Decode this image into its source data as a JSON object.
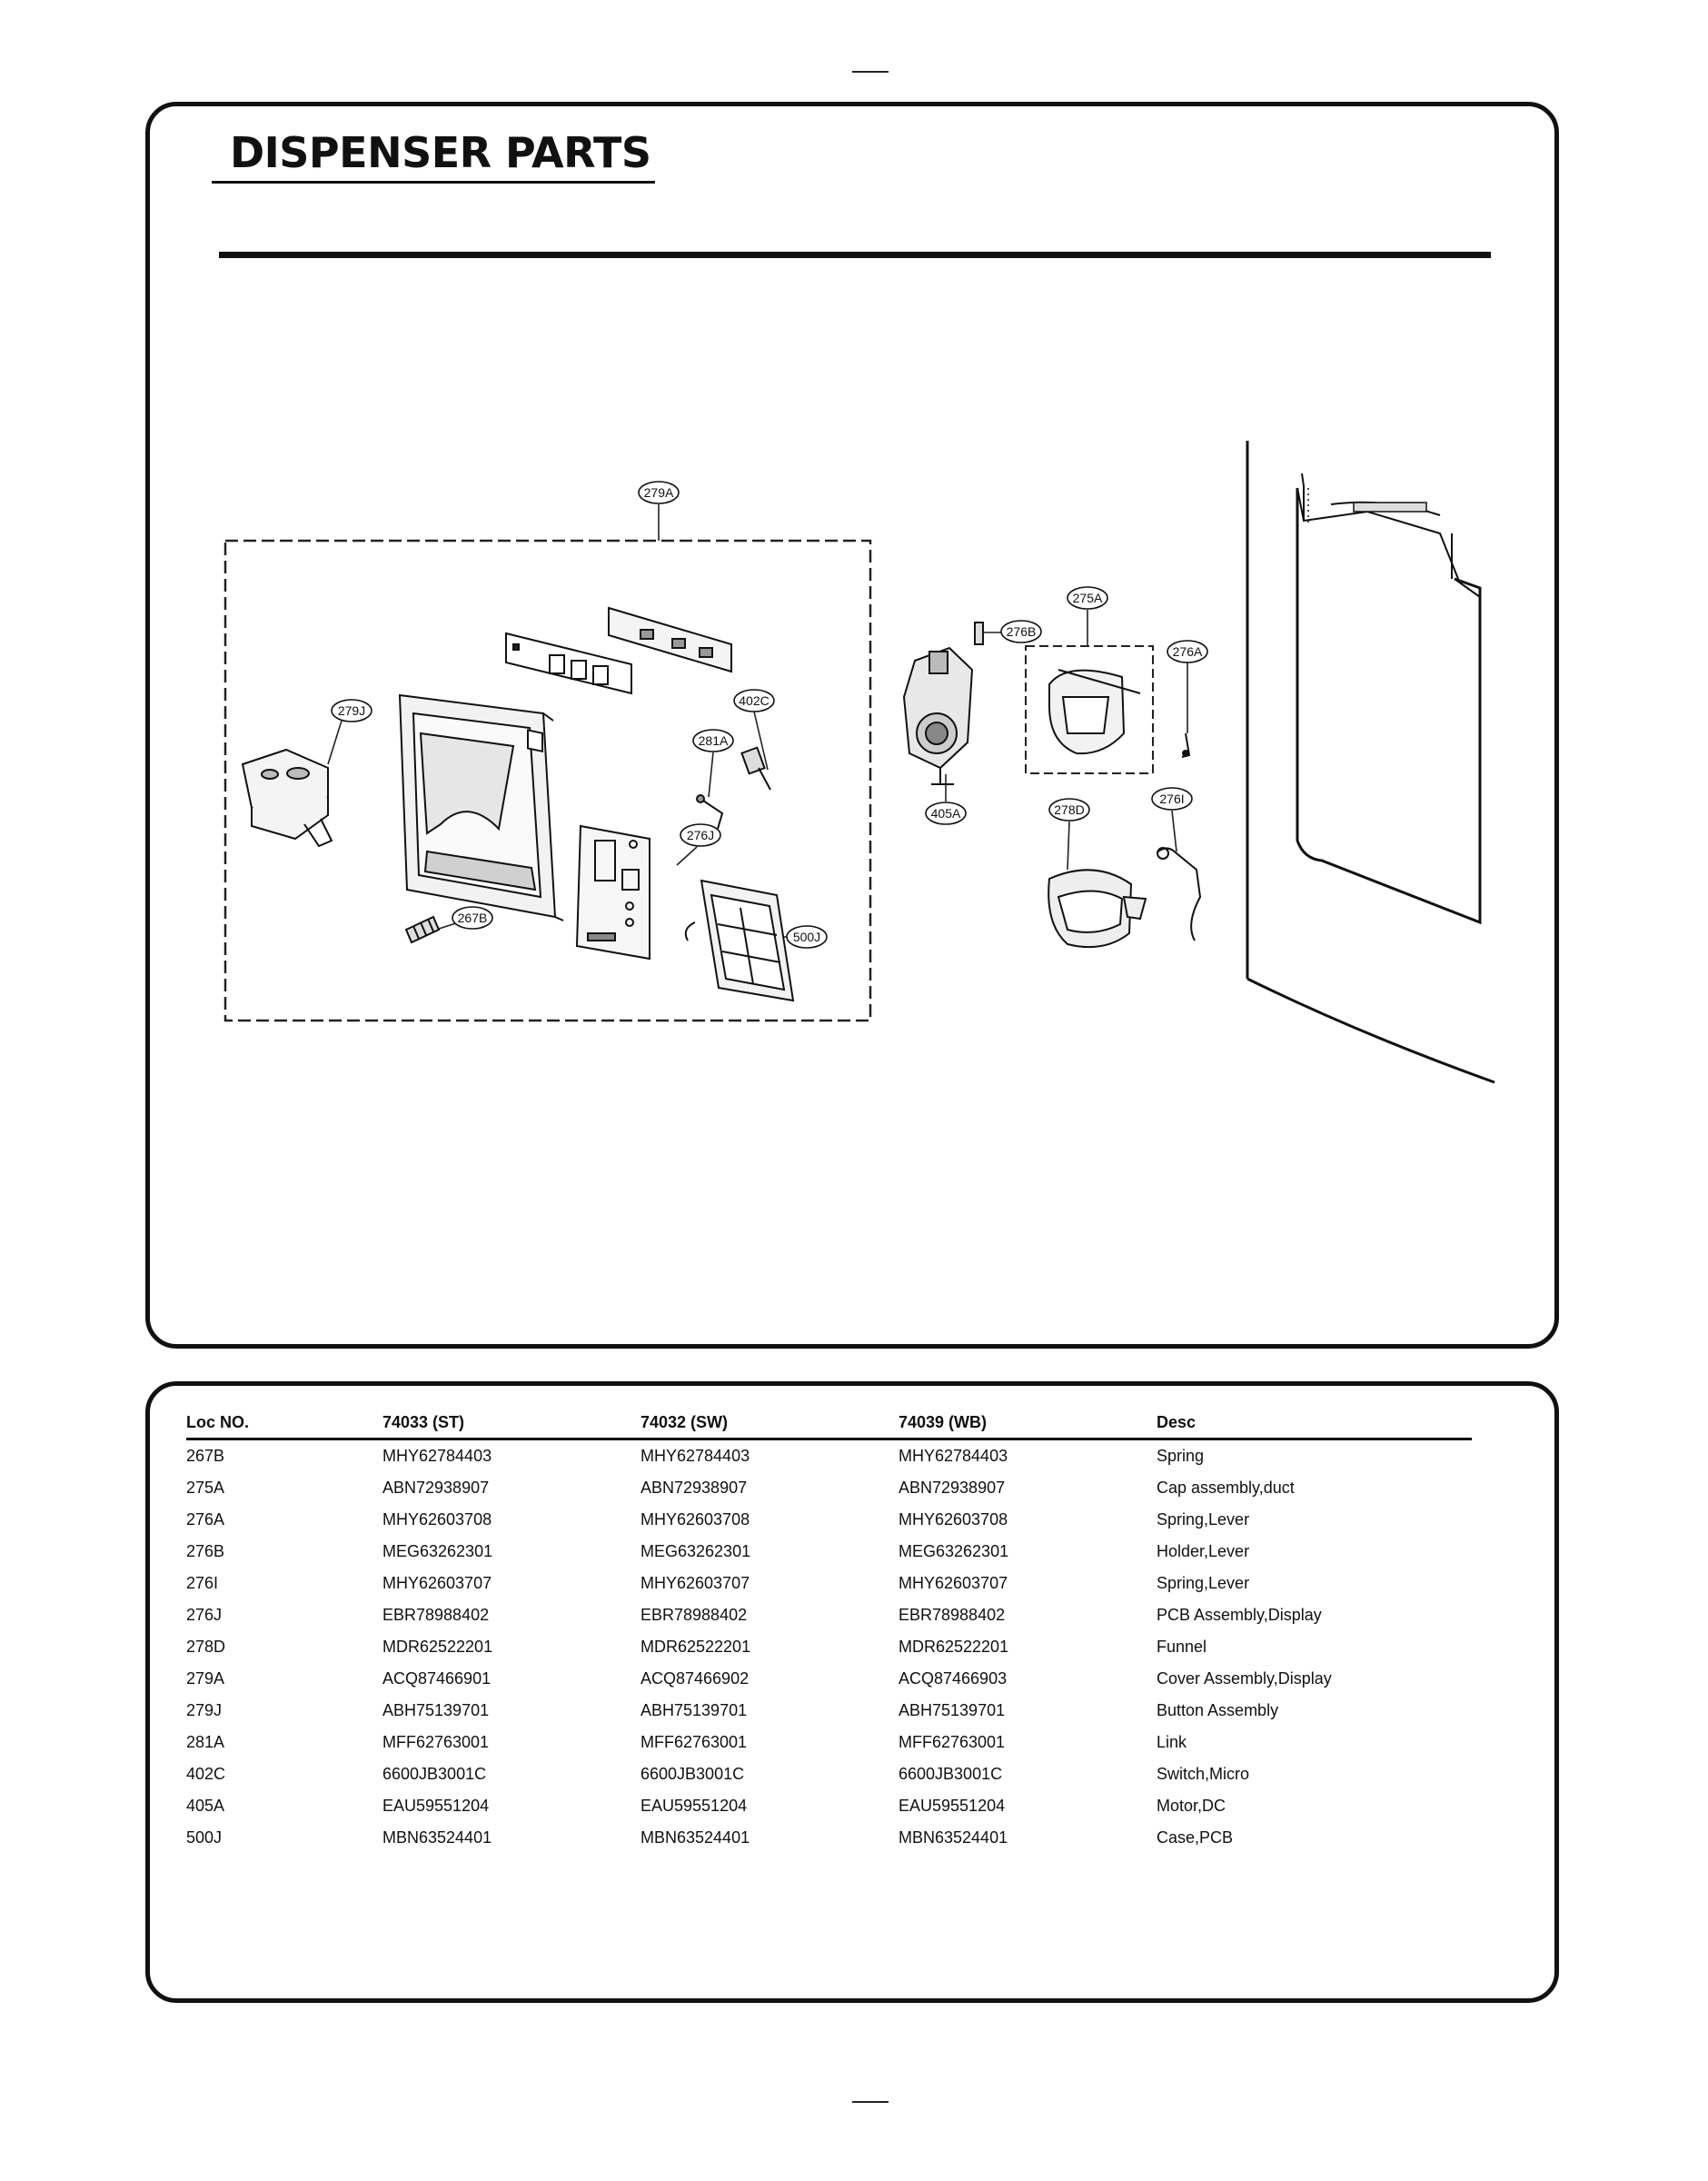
{
  "page": {
    "title": "DISPENSER PARTS"
  },
  "diagram": {
    "callouts": [
      {
        "id": "c279A",
        "label": "279A"
      },
      {
        "id": "c279J",
        "label": "279J"
      },
      {
        "id": "c402C",
        "label": "402C"
      },
      {
        "id": "c281A",
        "label": "281A"
      },
      {
        "id": "c276J",
        "label": "276J"
      },
      {
        "id": "c267B",
        "label": "267B"
      },
      {
        "id": "c500J",
        "label": "500J"
      },
      {
        "id": "c276B",
        "label": "276B"
      },
      {
        "id": "c275A",
        "label": "275A"
      },
      {
        "id": "c276A",
        "label": "276A"
      },
      {
        "id": "c405A",
        "label": "405A"
      },
      {
        "id": "c278D",
        "label": "278D"
      },
      {
        "id": "c276I",
        "label": "276I"
      }
    ]
  },
  "parts_table": {
    "headers": [
      "Loc NO.",
      "74033 (ST)",
      "74032 (SW)",
      "74039 (WB)",
      "Desc"
    ],
    "rows": [
      [
        "267B",
        "MHY62784403",
        "MHY62784403",
        "MHY62784403",
        "Spring"
      ],
      [
        "275A",
        "ABN72938907",
        "ABN72938907",
        "ABN72938907",
        "Cap assembly,duct"
      ],
      [
        "276A",
        "MHY62603708",
        "MHY62603708",
        "MHY62603708",
        "Spring,Lever"
      ],
      [
        "276B",
        "MEG63262301",
        "MEG63262301",
        "MEG63262301",
        "Holder,Lever"
      ],
      [
        "276I",
        "MHY62603707",
        "MHY62603707",
        "MHY62603707",
        "Spring,Lever"
      ],
      [
        "276J",
        "EBR78988402",
        "EBR78988402",
        "EBR78988402",
        "PCB Assembly,Display"
      ],
      [
        "278D",
        "MDR62522201",
        "MDR62522201",
        "MDR62522201",
        "Funnel"
      ],
      [
        "279A",
        "ACQ87466901",
        "ACQ87466902",
        "ACQ87466903",
        "Cover Assembly,Display"
      ],
      [
        "279J",
        "ABH75139701",
        "ABH75139701",
        "ABH75139701",
        "Button Assembly"
      ],
      [
        "281A",
        "MFF62763001",
        "MFF62763001",
        "MFF62763001",
        "Link"
      ],
      [
        "402C",
        "6600JB3001C",
        "6600JB3001C",
        "6600JB3001C",
        "Switch,Micro"
      ],
      [
        "405A",
        "EAU59551204",
        "EAU59551204",
        "EAU59551204",
        "Motor,DC"
      ],
      [
        "500J",
        "MBN63524401",
        "MBN63524401",
        "MBN63524401",
        "Case,PCB"
      ]
    ]
  }
}
